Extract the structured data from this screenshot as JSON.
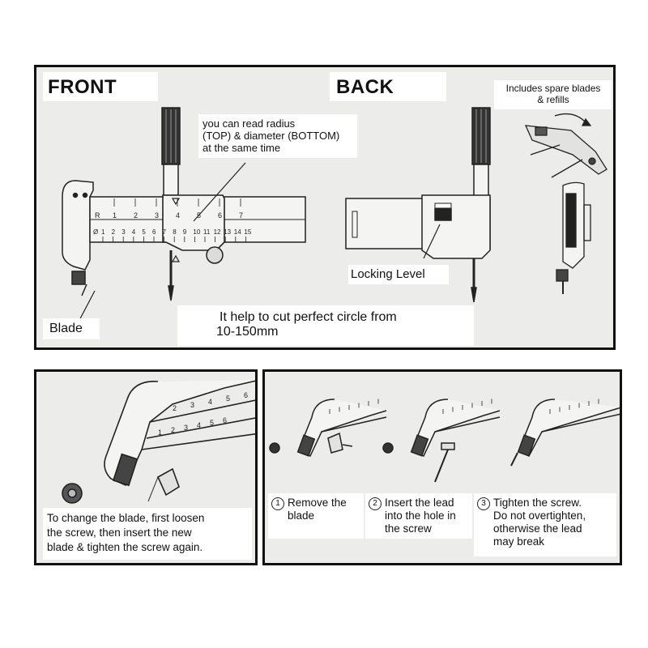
{
  "top_panel": {
    "front_label": "FRONT",
    "back_label": "BACK",
    "callout_radius_line1": "you can read radius",
    "callout_radius_line2": "(TOP) & diameter (BOTTOM)",
    "callout_radius_line3": "at the same time",
    "spare_line1": "Includes spare blades",
    "spare_line2": "& refills",
    "locking_label": "Locking Level",
    "blade_label": "Blade",
    "range_line1": "It help to cut perfect circle from",
    "range_line2": "10-150mm",
    "scale_top_label": "R",
    "scale_bottom_label": "Ø",
    "scale_top_ticks": [
      "1",
      "2",
      "3",
      "4",
      "5",
      "6",
      "7"
    ],
    "scale_bottom_ticks": [
      "1",
      "2",
      "3",
      "4",
      "5",
      "6",
      "7",
      "8",
      "9",
      "10",
      "11",
      "12",
      "13",
      "14",
      "15"
    ]
  },
  "bottom_left": {
    "instruction_line1": "To change the blade, first loosen",
    "instruction_line2": "the screw, then insert the new",
    "instruction_line3": "blade & tighten the screw again.",
    "ruler_ticks": [
      "2",
      "3",
      "4",
      "5",
      "6",
      "1",
      "2",
      "3",
      "4",
      "5",
      "6"
    ]
  },
  "bottom_right": {
    "steps": [
      {
        "num": "1",
        "line1": "Remove the",
        "line2": "blade",
        "line3": ""
      },
      {
        "num": "2",
        "line1": "Insert the lead",
        "line2": "into the hole in",
        "line3": "the screw"
      },
      {
        "num": "3",
        "line1": "Tighten the screw.",
        "line2": "Do not overtighten,",
        "line3": "otherwise the lead",
        "line4": "may break"
      }
    ]
  }
}
